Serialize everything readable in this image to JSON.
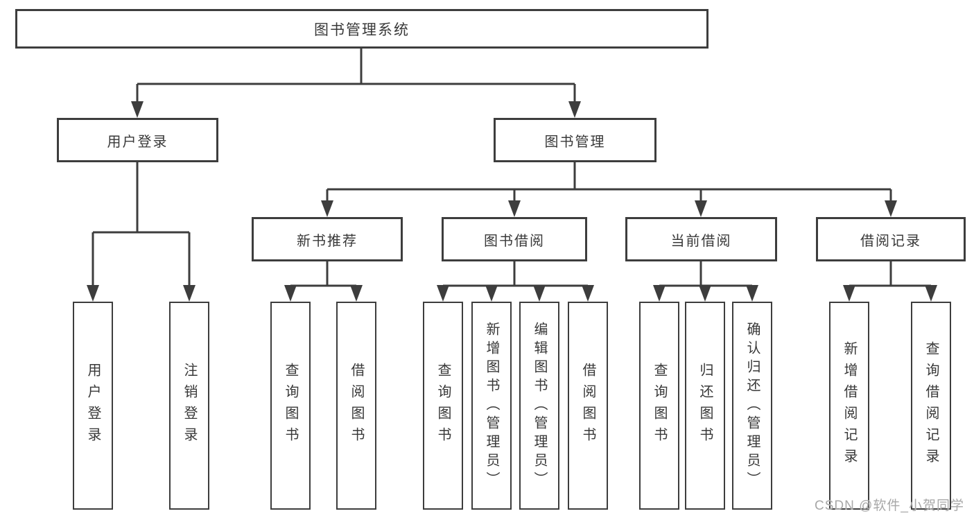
{
  "tree": {
    "label": "图书管理系统",
    "children": [
      {
        "label": "用户登录",
        "children": [
          {
            "label": "用户登录"
          },
          {
            "label": "注销登录"
          }
        ]
      },
      {
        "label": "图书管理",
        "children": [
          {
            "label": "新书推荐",
            "children": [
              {
                "label": "查询图书"
              },
              {
                "label": "借阅图书"
              }
            ]
          },
          {
            "label": "图书借阅",
            "children": [
              {
                "label": "查询图书"
              },
              {
                "label": "新增图书（管理员）"
              },
              {
                "label": "编辑图书（管理员）"
              },
              {
                "label": "借阅图书"
              }
            ]
          },
          {
            "label": "当前借阅",
            "children": [
              {
                "label": "查询图书"
              },
              {
                "label": "归还图书"
              },
              {
                "label": "确认归还（管理员）"
              }
            ]
          },
          {
            "label": "借阅记录",
            "children": [
              {
                "label": "新增借阅记录"
              },
              {
                "label": "查询借阅记录"
              }
            ]
          }
        ]
      }
    ]
  },
  "watermark": "CSDN @软件_小贺同学",
  "colors": {
    "line": "#3d3d3d",
    "box_border": "#3d3d3d",
    "text": "#383838",
    "watermark": "#a8a8a8",
    "background": "#ffffff"
  }
}
